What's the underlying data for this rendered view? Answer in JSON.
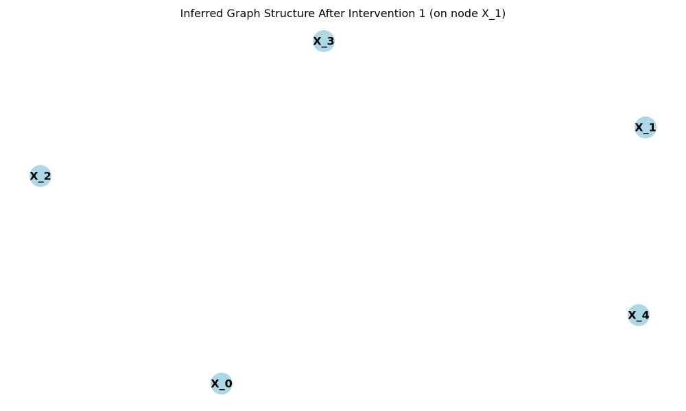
{
  "figure": {
    "title": "Inferred Graph Structure After Intervention 1 (on node X_1)"
  },
  "graph": {
    "node_color": "#add8e6",
    "label_color": "#000000",
    "nodes": [
      {
        "id": "X_0",
        "label": "X_0"
      },
      {
        "id": "X_1",
        "label": "X_1"
      },
      {
        "id": "X_2",
        "label": "X_2"
      },
      {
        "id": "X_3",
        "label": "X_3"
      },
      {
        "id": "X_4",
        "label": "X_4"
      }
    ],
    "edges": []
  }
}
